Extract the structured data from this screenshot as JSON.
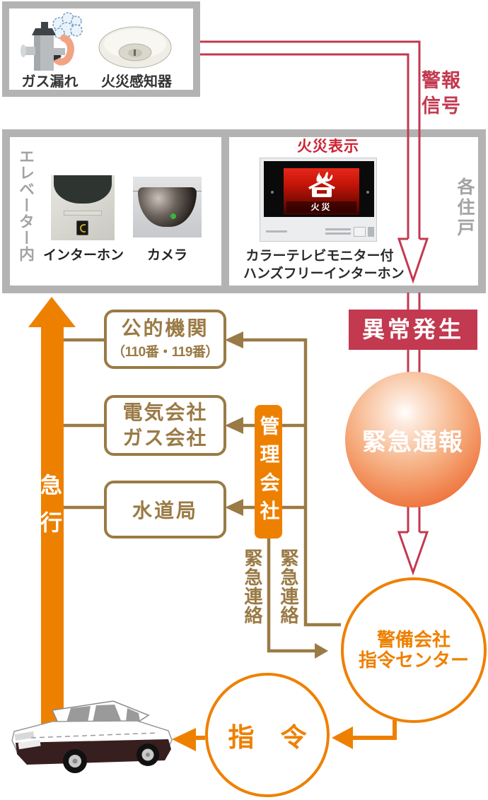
{
  "colors": {
    "accent_orange": "#ee8000",
    "accent_crimson": "#c23950",
    "accent_brown": "#9a7a45",
    "fire_red": "#cc2333",
    "frame_gray": "#b3b3b3",
    "muted_gray_text": "#a3a3a3"
  },
  "sensor_box": {
    "gas_leak_label": "ガス漏れ",
    "fire_detector_label": "火災感知器"
  },
  "alarm_signal_label": "警報信号",
  "residence_box": {
    "elevator_label": "エレベーター内",
    "interphone_label": "インターホン",
    "camera_label": "カメラ",
    "fire_display_label": "火災表示",
    "monitor_screen_text": "火災",
    "monitor_caption_line1": "カラーテレビモニター付",
    "monitor_caption_line2": "ハンズフリーインターホン",
    "each_residence_label": "各住戸"
  },
  "abnormality_label": "異常発生",
  "emergency_report_label": "緊急通報",
  "public_agency": {
    "title": "公的機関",
    "subtitle": "（110番・119番）"
  },
  "utility_company": {
    "line1": "電気会社",
    "line2": "ガス会社"
  },
  "water_bureau_label": "水道局",
  "management_company_label": "管理会社",
  "emergency_contact_left_label": "緊急連絡",
  "emergency_contact_right_label": "緊急連絡",
  "security_center": {
    "line1": "警備会社",
    "line2": "指令センター"
  },
  "command_label": "指　令",
  "rush_label": "急行"
}
